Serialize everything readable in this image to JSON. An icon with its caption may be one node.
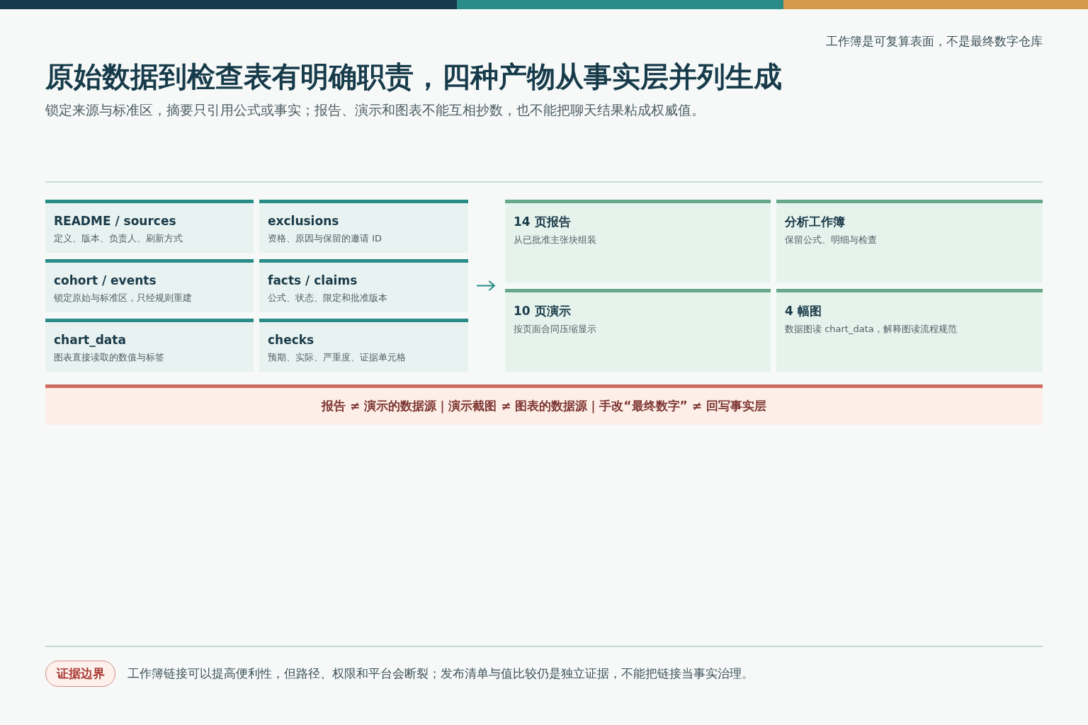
{
  "diagram": {
    "title": "原始数据到检查表有明确职责，四种产物从事实层并列生成",
    "nodes": [
      {
        "text": [
          "README / sources",
          "定义、版本、负责人、刷新方式"
        ]
      },
      {
        "text": [
          "exclusions",
          "资格、原因与保留的邀请 ID"
        ]
      },
      {
        "text": [
          "cohort / events",
          "锁定原始与标准区，只经规则重建"
        ]
      },
      {
        "text": [
          "facts / claims",
          "公式、状态、限定和批准版本"
        ]
      },
      {
        "text": [
          "chart_data",
          "图表直接读取的数值与标签"
        ]
      },
      {
        "text": [
          "checks",
          "预期、实际、严重度、证据单元格"
        ]
      },
      {
        "text": [
          "14 页报告",
          "从已批准主张块组装"
        ]
      },
      {
        "text": [
          "分析工作簿",
          "保留公式、明细与检查"
        ]
      },
      {
        "text": [
          "10 页演示",
          "按页面合同压缩显示"
        ]
      },
      {
        "text": [
          "4 幅图",
          "数据图读 chart_data，解释图读流程规范"
        ]
      },
      {
        "text": [
          "报告 ≠ 演示的数据源｜演示截图 ≠ 图表的数据源｜手改“最终数字” ≠ 回写事实层"
        ]
      },
      {
        "text": [
          "证据边界"
        ],
        "beside": [
          "工作簿链接可以提高便利性，但路径、权限和平台会断裂；发布清单与值比较仍是独立证据，不能把链接当事实治理。"
        ]
      }
    ],
    "labels": [
      "工作簿是可复算表面，不是最终数字仓库",
      "锁定来源与标准区，摘要只引用公式或事实；报告、演示和图表不能互相抄数，也不能把聊天结果粘成权威值。"
    ]
  }
}
